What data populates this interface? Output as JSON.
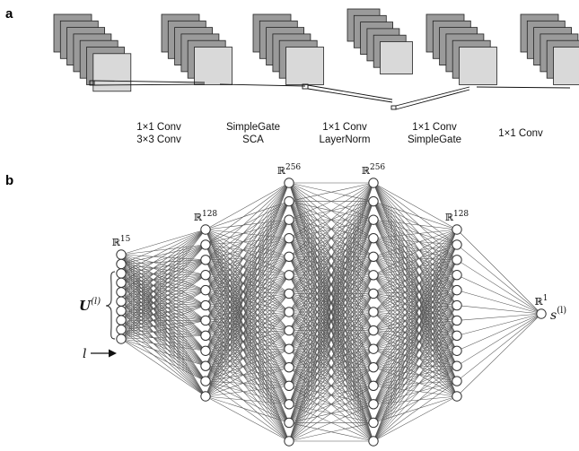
{
  "panel_a": {
    "letter": "a",
    "blocks": [
      {
        "labels": [
          "1×1 Conv",
          "3×3 Conv"
        ]
      },
      {
        "labels": [
          "SimpleGate",
          "SCA"
        ]
      },
      {
        "labels": [
          "1×1 Conv",
          "LayerNorm"
        ]
      },
      {
        "labels": [
          "1×1 Conv",
          "SimpleGate"
        ]
      },
      {
        "labels": [
          "1×1 Conv"
        ]
      }
    ],
    "stack_sizes": [
      7,
      6,
      6,
      6,
      6,
      6
    ],
    "colors": {
      "back": "#9a9a9a",
      "front": "#d9d9d9",
      "outline": "#222222"
    }
  },
  "panel_b": {
    "letter": "b",
    "layers": [
      {
        "nodes": 10,
        "label": "ℝ",
        "exp": "15"
      },
      {
        "nodes": 12,
        "label": "ℝ",
        "exp": "128"
      },
      {
        "nodes": 15,
        "label": "ℝ",
        "exp": "256"
      },
      {
        "nodes": 15,
        "label": "ℝ",
        "exp": "256"
      },
      {
        "nodes": 12,
        "label": "ℝ",
        "exp": "128"
      },
      {
        "nodes": 1,
        "label": "ℝ",
        "exp": "1"
      }
    ],
    "input_u": {
      "symbol": "U",
      "sup": "(l)"
    },
    "input_l": {
      "symbol": "l"
    },
    "output_s": {
      "symbol": "s",
      "sup": "(l)"
    }
  }
}
